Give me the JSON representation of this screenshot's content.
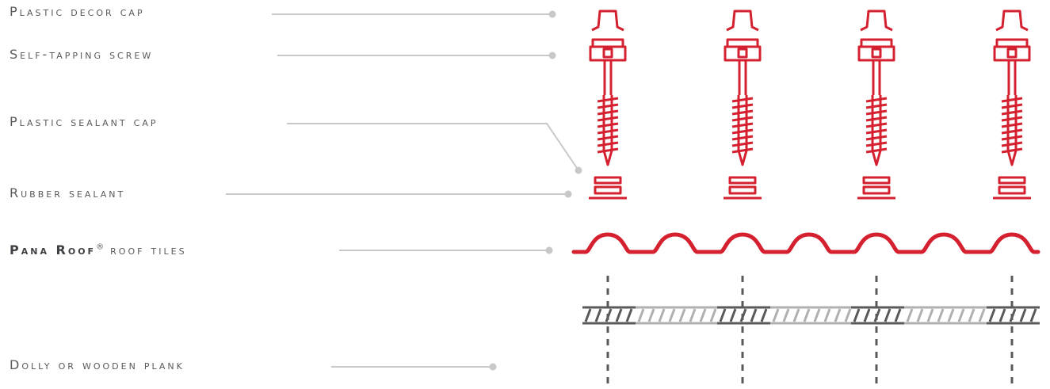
{
  "labels": {
    "decor_cap": "Plastic decor cap",
    "screw": "Self-tapping screw",
    "sealant_cap": "Plastic sealant cap",
    "rubber": "Rubber sealant",
    "tiles_brand": "Pana Roof",
    "tiles_mark": "®",
    "tiles_rest": " roof tiles",
    "plank": "Dolly or wooden plank"
  },
  "colors": {
    "accent": "#d4202f",
    "text": "#58595b",
    "leader": "#c8c8c8",
    "plank_dark": "#58595b",
    "plank_light": "#b0b0b0",
    "dash": "#58595b"
  },
  "fastener_count": 4
}
